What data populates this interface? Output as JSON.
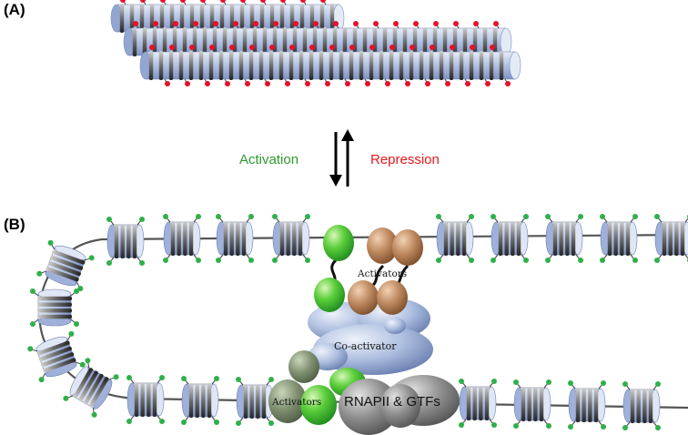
{
  "panels": {
    "a_label": "(A)",
    "b_label": "(B)"
  },
  "transition": {
    "activation": "Activation",
    "repression": "Repression"
  },
  "complex": {
    "activators_top": "Activators",
    "coactivator": "Co-activator",
    "activators_bottom": "Activators",
    "rnapii": "RNAPII & GTFs"
  },
  "colors": {
    "green": "#2fb04a",
    "red_mark": "#e8102a",
    "brown": "#b07a52",
    "coactivator_blue": "#8fa7cf",
    "dark_green": "#6a7a5c",
    "gray": "#7d7d7d"
  },
  "icons": {
    "down_arrow": "arrow-down-icon",
    "up_arrow": "arrow-up-icon"
  }
}
